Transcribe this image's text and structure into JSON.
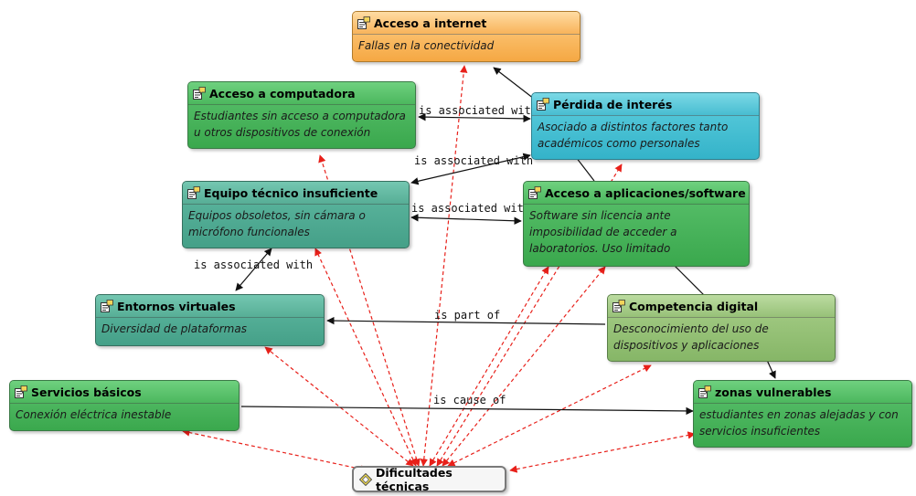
{
  "nodes": {
    "internet": {
      "title": "Acceso a internet",
      "desc": [
        "Fallas en la conectividad"
      ],
      "color": "#f7b354"
    },
    "computadora": {
      "title": "Acceso a computadora",
      "desc": [
        "Estudiantes sin acceso a computadora",
        "u otros dispositivos de conexión"
      ],
      "color": "#4cb75e"
    },
    "perdida": {
      "title": "Pérdida de interés",
      "desc": [
        "Asociado a distintos factores tanto",
        "académicos como personales"
      ],
      "color": "#48bdd1"
    },
    "equipo": {
      "title": "Equipo técnico insuficiente",
      "desc": [
        "Equipos obsoletos, sin cámara o",
        "micrófono funcionales"
      ],
      "color": "#57ae96"
    },
    "aplicaciones": {
      "title": "Acceso a aplicaciones/software",
      "desc": [
        "Software sin licencia ante",
        "imposibilidad de acceder a",
        "laboratorios. Uso limitado"
      ],
      "color": "#4cb75e"
    },
    "entornos": {
      "title": "Entornos virtuales",
      "desc": [
        "Diversidad de plataformas"
      ],
      "color": "#57ae96"
    },
    "competencia": {
      "title": "Competencia digital",
      "desc": [
        "Desconocimiento del uso de",
        "dispositivos y aplicaciones"
      ],
      "color": "#97c178"
    },
    "servicios": {
      "title": "Servicios básicos",
      "desc": [
        "Conexión eléctrica inestable"
      ],
      "color": "#4cb75e"
    },
    "zonas": {
      "title": "zonas vulnerables",
      "desc": [
        "estudiantes en zonas alejadas y con",
        "servicios insuficientes"
      ],
      "color": "#4cb75e"
    },
    "dificultades": {
      "title": "Dificultades técnicas",
      "desc": [],
      "color": "#f6f6f6"
    }
  },
  "edge_labels": {
    "comp_perdida": "is associated with",
    "equipo_perdida": "is associated with",
    "equipo_apps": "is associated with",
    "equipo_entornos": "is associated with",
    "competencia_entornos": "is part of",
    "servicios_zonas": "is cause of"
  },
  "colors": {
    "red_edge": "#e8201a",
    "black_edge": "#111111"
  }
}
